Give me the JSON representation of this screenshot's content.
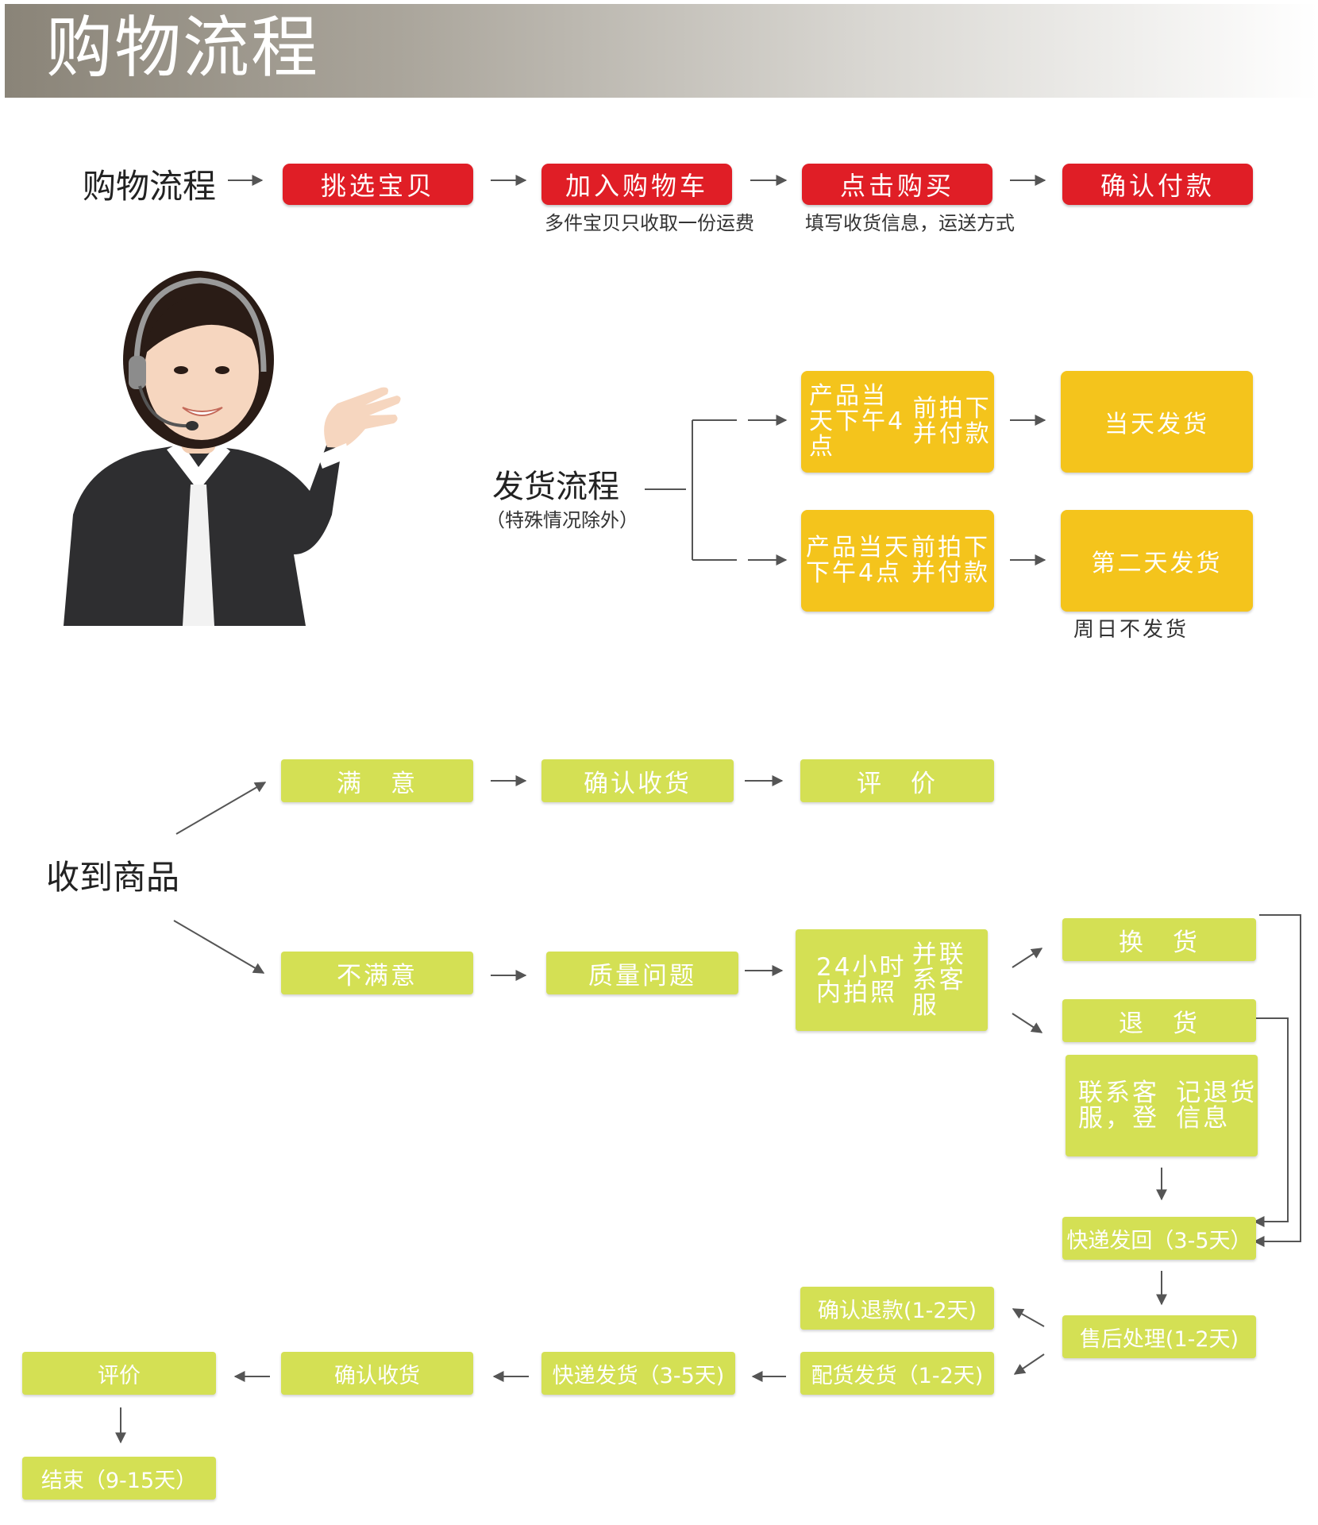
{
  "header": {
    "title": "购物流程"
  },
  "shopping": {
    "label": "购物流程",
    "steps": [
      "挑选宝贝",
      "加入购物车",
      "点击购买",
      "确认付款"
    ],
    "note_cart": "多件宝贝只收取一份运费",
    "note_buy": "填写收货信息，运送方式"
  },
  "shipping": {
    "label": "发货流程",
    "sublabel": "（特殊情况除外）",
    "before": [
      "产品当天下午4点",
      "前拍下并付款"
    ],
    "after": [
      "产品当天下午4点",
      "前拍下并付款"
    ],
    "same_day": "当天发货",
    "next_day": "第二天发货",
    "sunday_note": "周日不发货"
  },
  "receipt": {
    "label": "收到商品",
    "satisfied": "满　意",
    "confirm": "确认收货",
    "review": "评　价",
    "unsatisfied": "不满意",
    "quality": "质量问题",
    "photo": [
      "24小时内拍照",
      "并联系客服"
    ],
    "exchange": "换　货",
    "return": "退　货",
    "contact": [
      "联系客服，登",
      "记退货信息"
    ],
    "express_back": "快递发回（3-5天）",
    "after_sales": "售后处理(1-2天)",
    "refund": "确认退款(1-2天)",
    "distribute": "配货发货（1-2天)",
    "express_ship": "快递发货（3-5天)",
    "confirm_receipt": "确认收货",
    "final_review": "评价",
    "end": "结束（9-15天）"
  },
  "colors": {
    "red": "#e01e26",
    "yellow": "#f4c41c",
    "green": "#d4e054"
  }
}
